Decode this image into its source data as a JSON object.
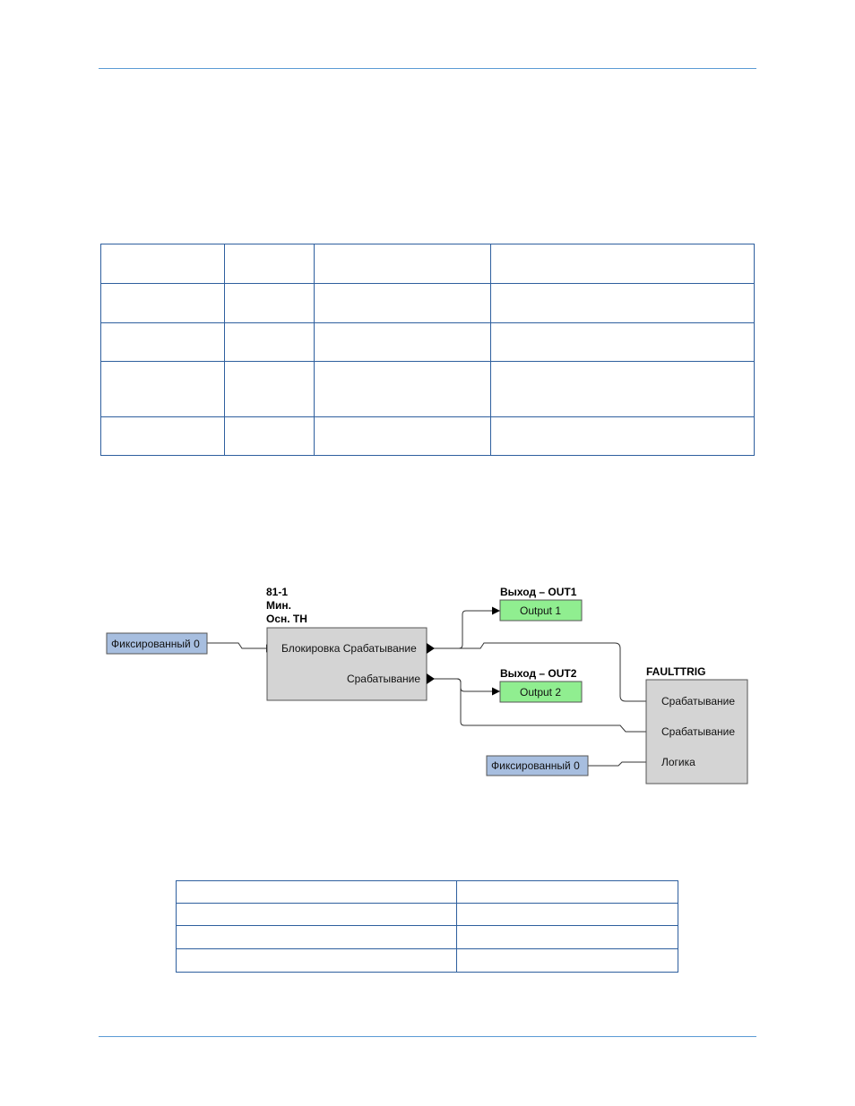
{
  "diagram": {
    "fixed0_left": "Фиксированный 0",
    "fixed0_right": "Фиксированный 0",
    "block81": {
      "title_line1": "81-1",
      "title_line2": "Мин.",
      "title_line3": "Осн. TH",
      "port_block_trip": "Блокировка Срабатывание",
      "port_trip": "Срабатывание"
    },
    "out1": {
      "title": "Выход – OUT1",
      "label": "Output 1"
    },
    "out2": {
      "title": "Выход – OUT2",
      "label": "Output 2"
    },
    "faulttrig": {
      "title": "FAULTTRIG",
      "in1": "Срабатывание",
      "in2": "Срабатывание",
      "in3": "Логика"
    },
    "colors": {
      "fixed_fill": "#a7bedf",
      "block_fill": "#d4d4d4",
      "output_fill": "#90ee90"
    }
  }
}
